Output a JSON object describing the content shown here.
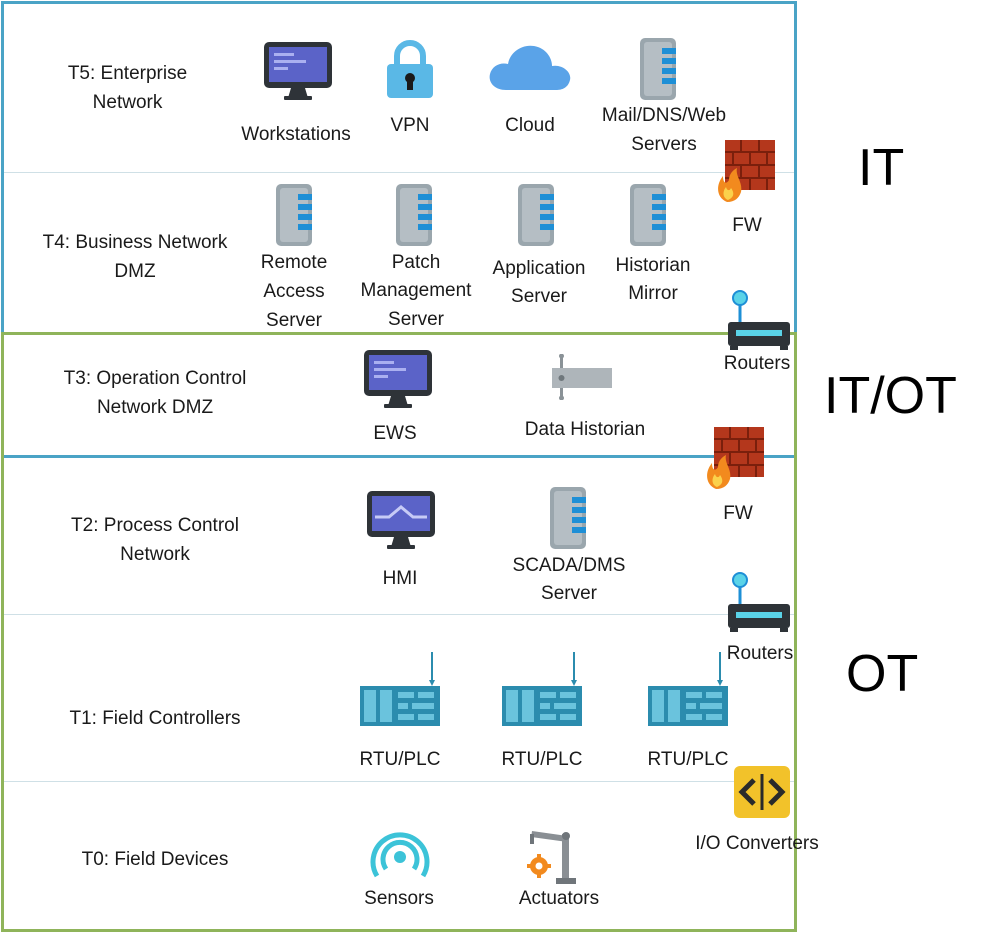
{
  "tiers": {
    "t5": "T5: Enterprise Network",
    "t4": "T4: Business Network DMZ",
    "t3": "T3: Operation Control Network DMZ",
    "t2": "T2: Process Control Network",
    "t1": "T1: Field Controllers",
    "t0": "T0: Field Devices"
  },
  "zones": {
    "it": "IT",
    "itot": "IT/OT",
    "ot": "OT"
  },
  "devices": {
    "workstations": "Workstations",
    "vpn": "VPN",
    "cloud": "Cloud",
    "mail_1": "Mail/DNS/Web",
    "mail_2": "Servers",
    "remote_1": "Remote",
    "remote_2": "Access",
    "remote_3": "Server",
    "patch_1": "Patch",
    "patch_2": "Management",
    "patch_3": "Server",
    "app_1": "Application",
    "app_2": "Server",
    "hist_1": "Historian",
    "hist_2": "Mirror",
    "ews": "EWS",
    "data_historian": "Data Historian",
    "hmi": "HMI",
    "scada_1": "SCADA/DMS",
    "scada_2": "Server",
    "rtu_1": "RTU/PLC",
    "rtu_2": "RTU/PLC",
    "rtu_3": "RTU/PLC",
    "sensors": "Sensors",
    "actuators": "Actuators"
  },
  "side": {
    "fw_1": "FW",
    "routers_1": "Routers",
    "fw_2": "FW",
    "routers_2": "Routers",
    "io": "I/O Converters"
  },
  "colors": {
    "it_border": "#4aa3c6",
    "ot_border": "#8fb45a",
    "server_gray": "#9aa6ad",
    "accent_blue": "#1e8fd6",
    "firewall": "#b4371c",
    "plc": "#2b8cae"
  }
}
